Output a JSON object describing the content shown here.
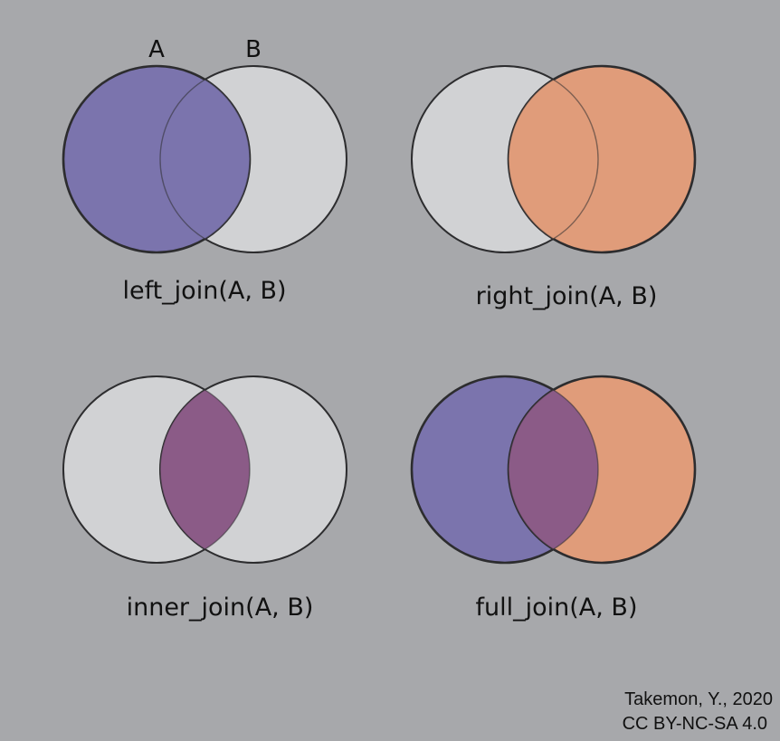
{
  "colors": {
    "background": "#a7a8ab",
    "empty_fill": "#d1d2d4",
    "a_fill": "#7b74ad",
    "b_fill": "#e09c7a",
    "overlap_fill": "#8b5b87",
    "stroke": "#2d2d2f"
  },
  "set_labels": {
    "a": "A",
    "b": "B"
  },
  "diagrams": [
    {
      "id": "left-join",
      "label": "left_join(A, B)",
      "fill_a": true,
      "fill_b": false,
      "fill_overlap": true
    },
    {
      "id": "right-join",
      "label": "right_join(A, B)",
      "fill_a": false,
      "fill_b": true,
      "fill_overlap": true
    },
    {
      "id": "inner-join",
      "label": "inner_join(A, B)",
      "fill_a": false,
      "fill_b": false,
      "fill_overlap": true
    },
    {
      "id": "full-join",
      "label": "full_join(A, B)",
      "fill_a": true,
      "fill_b": true,
      "fill_overlap": true
    }
  ],
  "credit": {
    "line1": "Takemon, Y., 2020",
    "line2": "CC BY-NC-SA 4.0"
  }
}
